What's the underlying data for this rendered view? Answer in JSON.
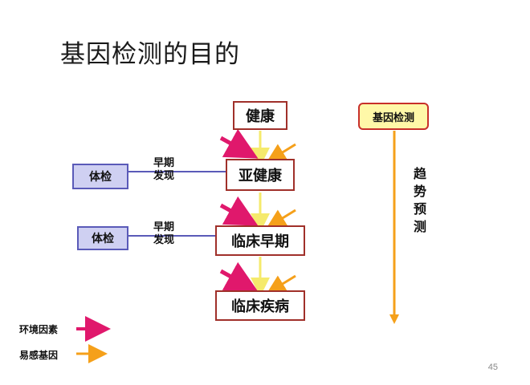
{
  "title": "基因检测的目的",
  "stages": [
    "健康",
    "亚健康",
    "临床早期",
    "临床疾病"
  ],
  "exam": {
    "label_1": "体检",
    "label_2": "体检",
    "early_line1": "早期",
    "early_line2": "发现"
  },
  "gene_test": {
    "label": "基因检测",
    "trend_chars": [
      "趋",
      "势",
      "预",
      "测"
    ]
  },
  "legend": {
    "environment": "环境因素",
    "susceptibility": "易感基因"
  },
  "colors": {
    "environment_arrow": "#e0186c",
    "susceptibility_arrow": "#f5a01a",
    "progress_arrow": "#f5ea6c",
    "stage_border": "#a0302a",
    "exam_fill": "#cfd0f2",
    "exam_border": "#5a5ab8"
  },
  "page_number": "45"
}
